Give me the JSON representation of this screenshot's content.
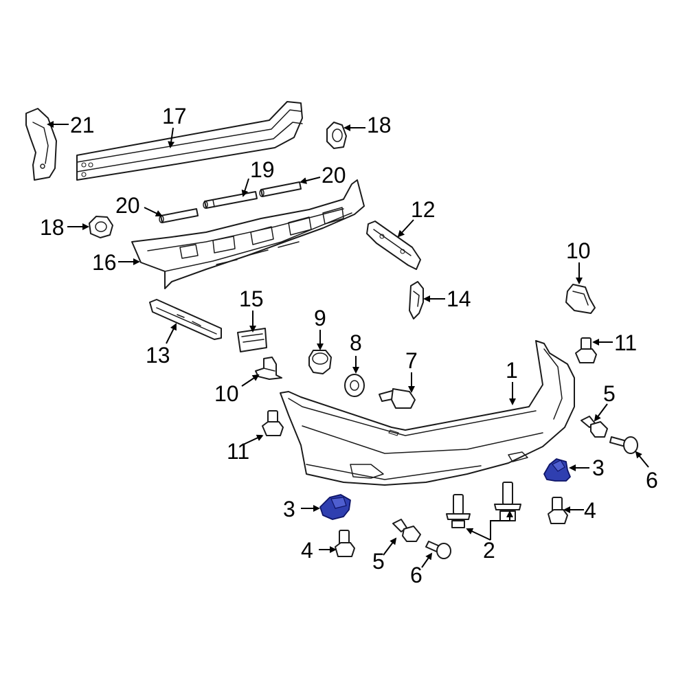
{
  "diagram": {
    "highlight_color": "#2f3fb0",
    "line_color": "#1a1a1a",
    "callouts": [
      {
        "key": "c21",
        "text": "21"
      },
      {
        "key": "c17",
        "text": "17"
      },
      {
        "key": "c18a",
        "text": "18"
      },
      {
        "key": "c19",
        "text": "19"
      },
      {
        "key": "c20a",
        "text": "20"
      },
      {
        "key": "c20b",
        "text": "20"
      },
      {
        "key": "c18b",
        "text": "18"
      },
      {
        "key": "c12",
        "text": "12"
      },
      {
        "key": "c16",
        "text": "16"
      },
      {
        "key": "c10a",
        "text": "10"
      },
      {
        "key": "c15",
        "text": "15"
      },
      {
        "key": "c14",
        "text": "14"
      },
      {
        "key": "c9",
        "text": "9"
      },
      {
        "key": "c13",
        "text": "13"
      },
      {
        "key": "c8",
        "text": "8"
      },
      {
        "key": "c7",
        "text": "7"
      },
      {
        "key": "c11a",
        "text": "11"
      },
      {
        "key": "c1",
        "text": "1"
      },
      {
        "key": "c10b",
        "text": "10"
      },
      {
        "key": "c5a",
        "text": "5"
      },
      {
        "key": "c11b",
        "text": "11"
      },
      {
        "key": "c6a",
        "text": "6"
      },
      {
        "key": "c3a",
        "text": "3"
      },
      {
        "key": "c3b",
        "text": "3"
      },
      {
        "key": "c4a",
        "text": "4"
      },
      {
        "key": "c2",
        "text": "2"
      },
      {
        "key": "c4b",
        "text": "4"
      },
      {
        "key": "c5b",
        "text": "5"
      },
      {
        "key": "c6b",
        "text": "6"
      }
    ]
  }
}
